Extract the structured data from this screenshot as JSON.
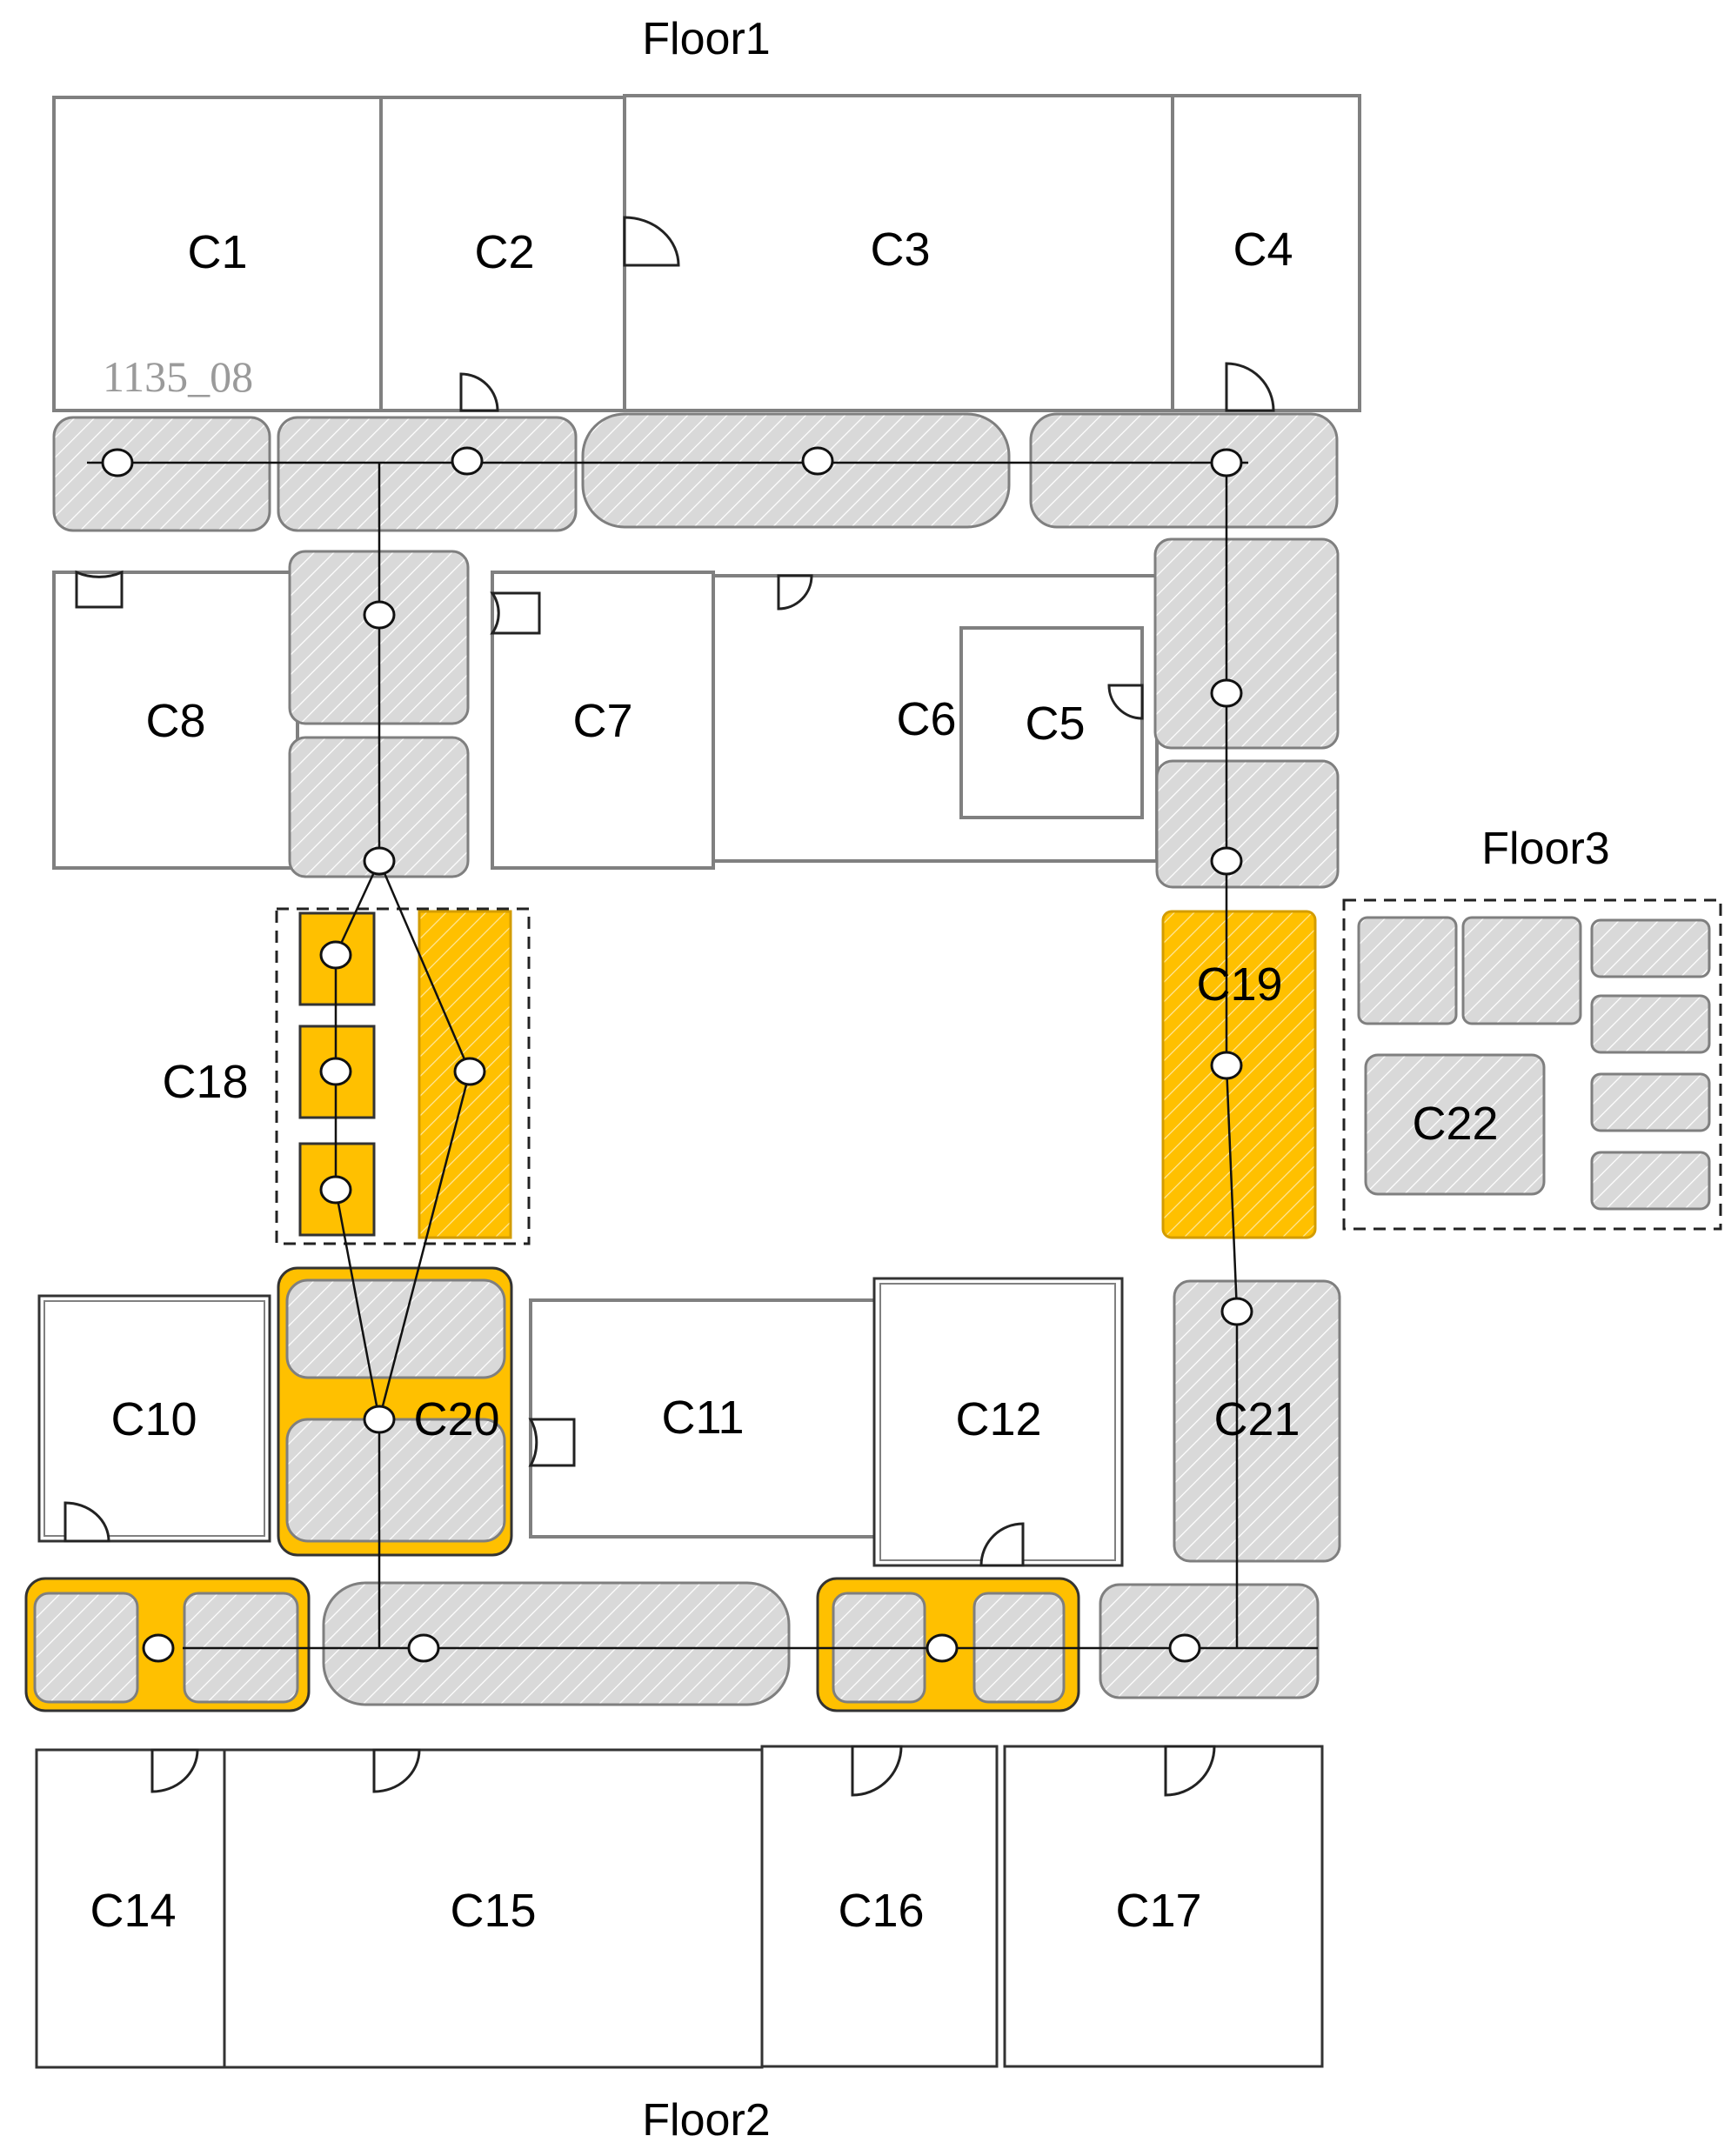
{
  "floors": {
    "floor1": "Floor1",
    "floor2": "Floor2",
    "floor3": "Floor3"
  },
  "watermark": "1135_08",
  "rooms": {
    "c1": "C1",
    "c2": "C2",
    "c3": "C3",
    "c4": "C4",
    "c5": "C5",
    "c6": "C6",
    "c7": "C7",
    "c8": "C8",
    "c10": "C10",
    "c11": "C11",
    "c12": "C12",
    "c14": "C14",
    "c15": "C15",
    "c16": "C16",
    "c17": "C17",
    "c18": "C18",
    "c19": "C19",
    "c20": "C20",
    "c21": "C21",
    "c22": "C22"
  },
  "colors": {
    "highlight": "#ffc000",
    "corridor": "#d9d9d9",
    "hatch": "#ffffff",
    "wall": "#808080",
    "edge": "#111111"
  }
}
